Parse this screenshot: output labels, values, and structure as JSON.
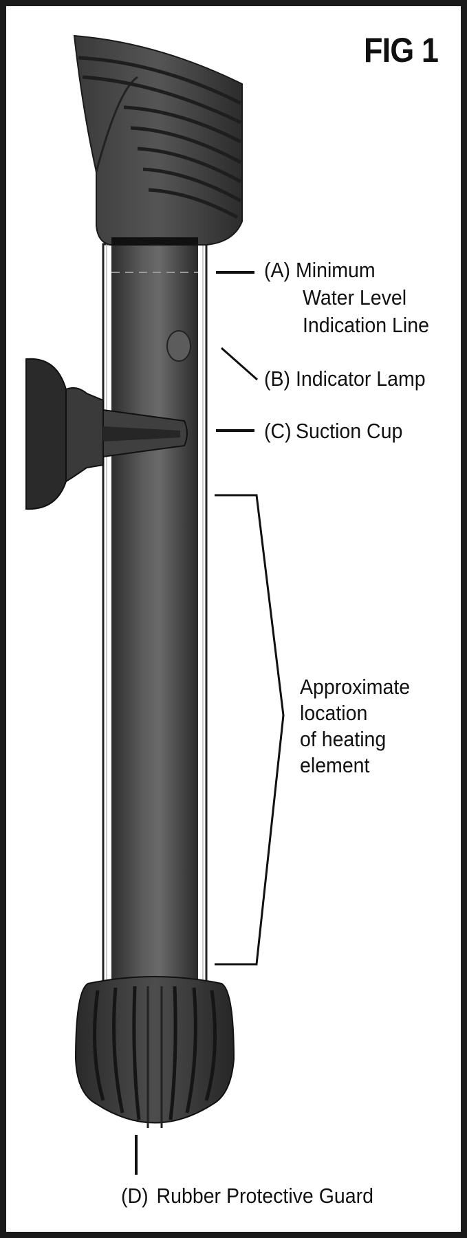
{
  "figure": {
    "title": "FIG 1",
    "callouts": {
      "a": {
        "code": "(A)",
        "lines": [
          "Minimum",
          "Water Level",
          "Indication Line"
        ]
      },
      "b": {
        "code": "(B)",
        "text": "Indicator Lamp"
      },
      "c": {
        "code": "(C)",
        "text": "Suction Cup"
      },
      "heating": {
        "lines": [
          "Approximate",
          "location",
          "of heating",
          "element"
        ]
      },
      "d": {
        "code": "(D)",
        "text": "Rubber Protective Guard"
      }
    },
    "colors": {
      "body_dark": "#2b2b2b",
      "body_mid": "#4a4a4a",
      "body_light": "#6b6b6b",
      "frame": "#1a1a1a"
    }
  }
}
